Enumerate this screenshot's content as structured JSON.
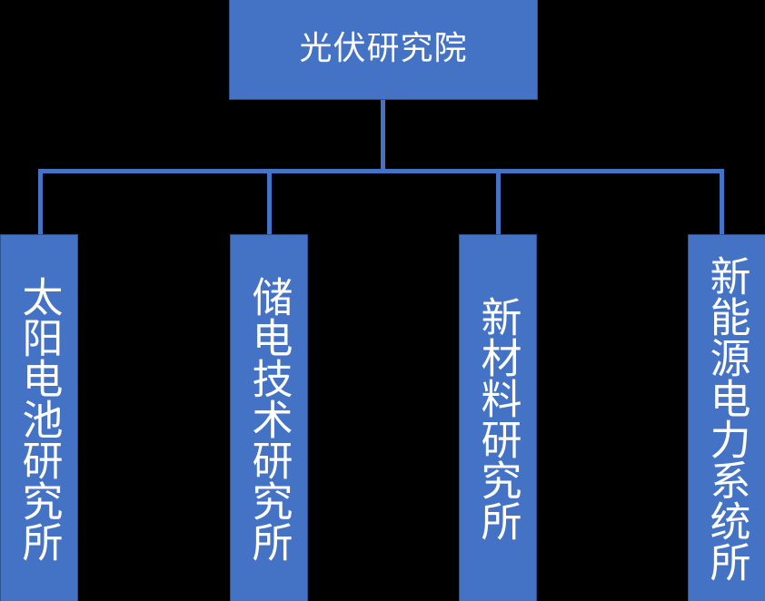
{
  "diagram": {
    "type": "organization-chart",
    "background_color": "#000000",
    "node_fill_color": "#4472C4",
    "node_border_color": "#2E528F",
    "node_text_color": "#FFFFFF",
    "connector_color": "#4472C4",
    "root": {
      "label": "光伏研究院",
      "orientation": "horizontal"
    },
    "children": [
      {
        "label": "太阳电池研究所",
        "orientation": "vertical"
      },
      {
        "label": "储电技术研究所",
        "orientation": "vertical"
      },
      {
        "label": "新材料研究所",
        "orientation": "vertical"
      },
      {
        "label": "新能源电力系统所",
        "orientation": "vertical"
      }
    ]
  }
}
